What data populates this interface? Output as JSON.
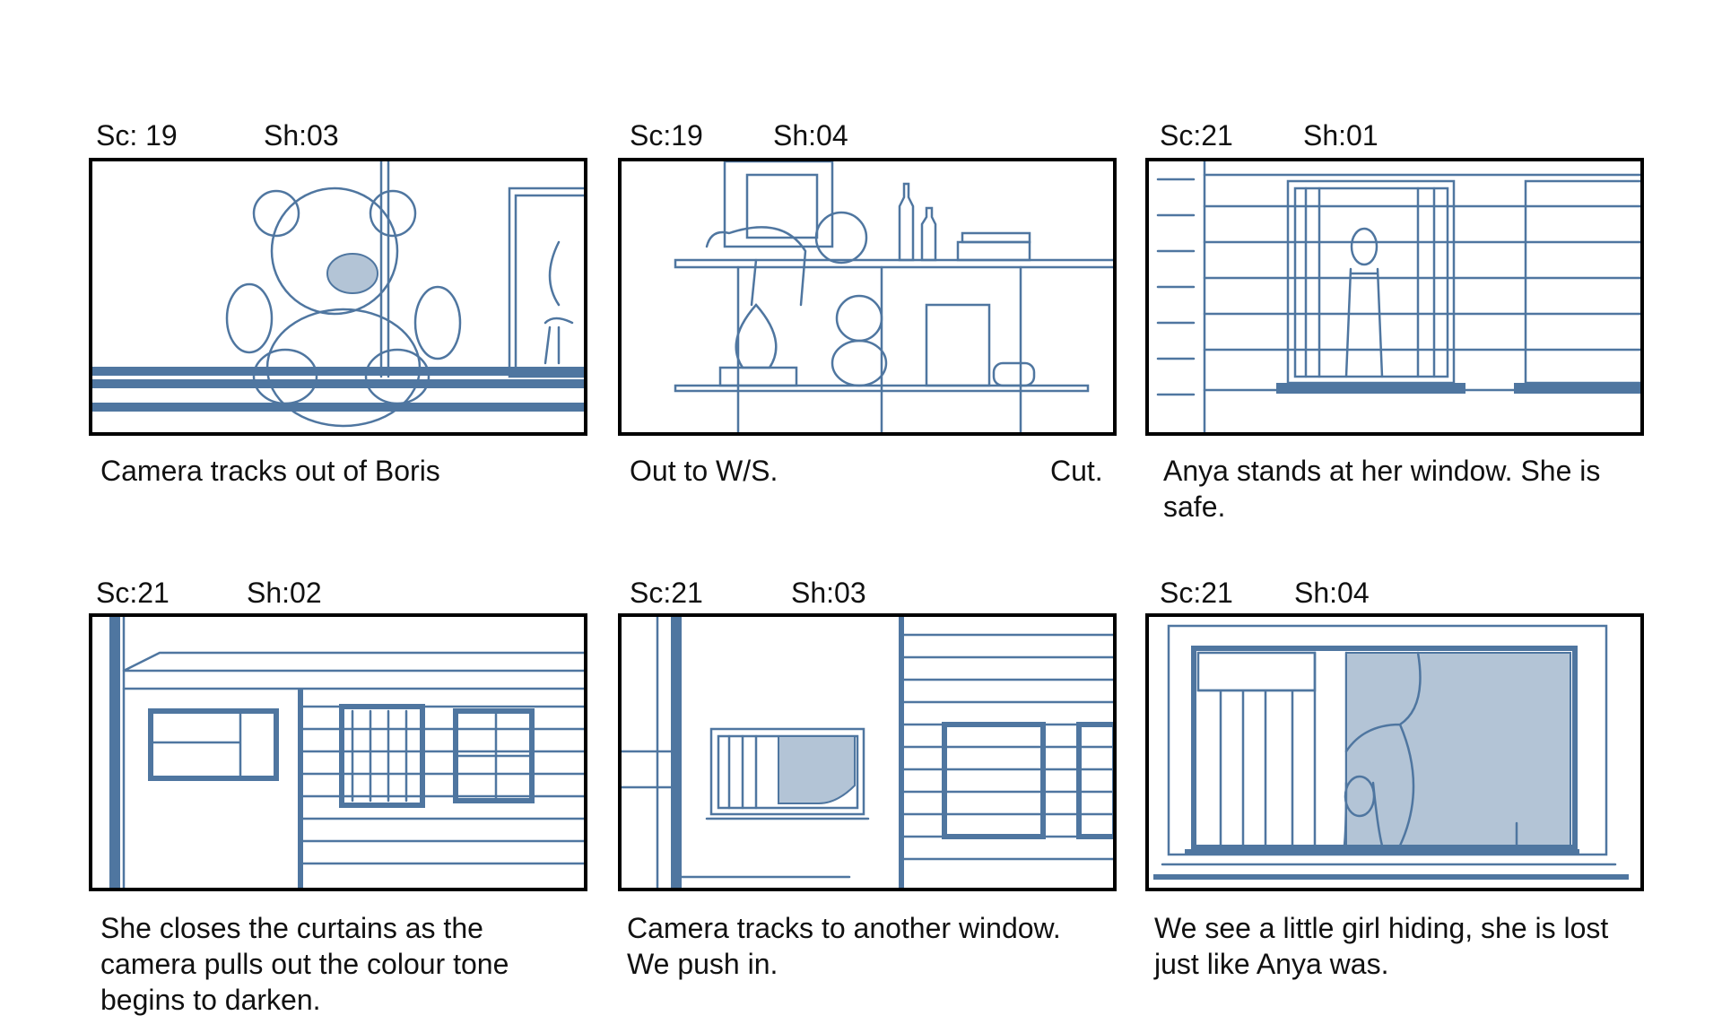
{
  "panels": [
    {
      "scene": "Sc: 19",
      "shot": "Sh:03",
      "caption": "Camera tracks out of Boris"
    },
    {
      "scene": "Sc:19",
      "shot": "Sh:04",
      "caption": "Out to W/S.",
      "caption_right": "Cut."
    },
    {
      "scene": "Sc:21",
      "shot": "Sh:01",
      "caption": "Anya stands at her window. She is safe."
    },
    {
      "scene": "Sc:21",
      "shot": "Sh:02",
      "caption": "She closes the curtains as the camera pulls out the colour tone begins to darken."
    },
    {
      "scene": "Sc:21",
      "shot": "Sh:03",
      "caption": "Camera tracks to another window. We push in."
    },
    {
      "scene": "Sc:21",
      "shot": "Sh:04",
      "caption": "We see a little girl hiding, she is lost just like Anya was."
    }
  ],
  "colors": {
    "sketch": "#4f76a0",
    "fill": "#b3c4d6",
    "frame": "#000000"
  }
}
